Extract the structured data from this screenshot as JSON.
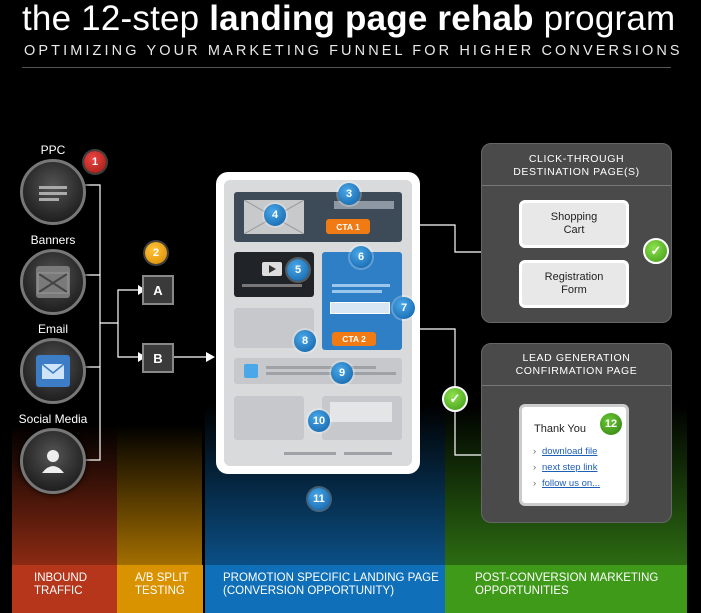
{
  "header": {
    "title_prefix": "the 12-step ",
    "title_bold": "landing page rehab",
    "title_suffix": " program",
    "subtitle": "OPTIMIZING YOUR MARKETING FUNNEL FOR HIGHER CONVERSIONS"
  },
  "sources": [
    {
      "label": "PPC",
      "icon": "list-icon"
    },
    {
      "label": "Banners",
      "icon": "image-icon"
    },
    {
      "label": "Email",
      "icon": "envelope-icon"
    },
    {
      "label": "Social Media",
      "icon": "person-icon"
    }
  ],
  "ab": {
    "a": "A",
    "b": "B"
  },
  "landing": {
    "cta1": "CTA 1",
    "cta2": "CTA 2"
  },
  "steps": [
    "1",
    "2",
    "3",
    "4",
    "5",
    "6",
    "7",
    "8",
    "9",
    "10",
    "11",
    "12"
  ],
  "click_panel": {
    "title_line1": "CLICK-THROUGH",
    "title_line2": "DESTINATION PAGE(S)",
    "box1_line1": "Shopping",
    "box1_line2": "Cart",
    "box2_line1": "Registration",
    "box2_line2": "Form"
  },
  "lead_panel": {
    "title_line1": "LEAD GENERATION",
    "title_line2": "CONFIRMATION PAGE",
    "thank_you": "Thank You",
    "links": [
      "download file",
      "next step link",
      "follow us on..."
    ]
  },
  "zones": [
    {
      "label": "INBOUND\nTRAFFIC",
      "color": "#b5361a"
    },
    {
      "label": "A/B SPLIT\nTESTING",
      "color": "#d99200"
    },
    {
      "label": "PROMOTION SPECIFIC LANDING PAGE\n(CONVERSION OPPORTUNITY)",
      "color": "#0f6fb8"
    },
    {
      "label": "POST-CONVERSION MARKETING\nOPPORTUNITIES",
      "color": "#3f9a1a"
    }
  ]
}
